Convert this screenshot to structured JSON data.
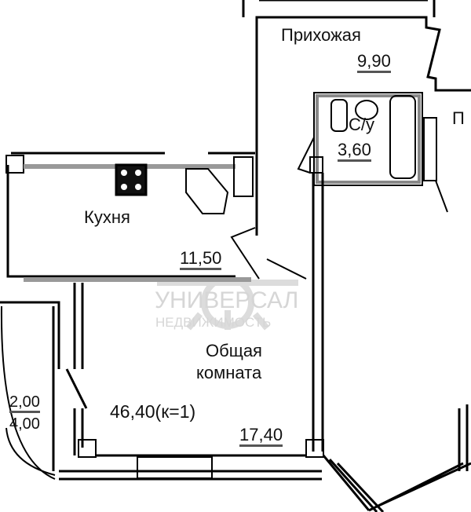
{
  "plan": {
    "rooms": {
      "hallway": {
        "name": "Прихожая",
        "area": "9,90"
      },
      "bathroom": {
        "name": "С/у",
        "area": "3,60"
      },
      "kitchen": {
        "name": "Кухня",
        "area": "11,50"
      },
      "living": {
        "name_line1": "Общая",
        "name_line2": "комната",
        "area": "17,40"
      },
      "balcony": {
        "area_top": "2,00",
        "area_bottom": "4,00"
      },
      "partial_room": {
        "name": "П"
      }
    },
    "total": "46,40(к=1)"
  },
  "watermark": {
    "line1": "УНИВЕРСАЛ",
    "line2": "НЕДВИЖИМОСТЬ"
  },
  "colors": {
    "wall": "#000000",
    "wall_fill": "#9a9a9a",
    "watermark": "#d6d6d6"
  }
}
